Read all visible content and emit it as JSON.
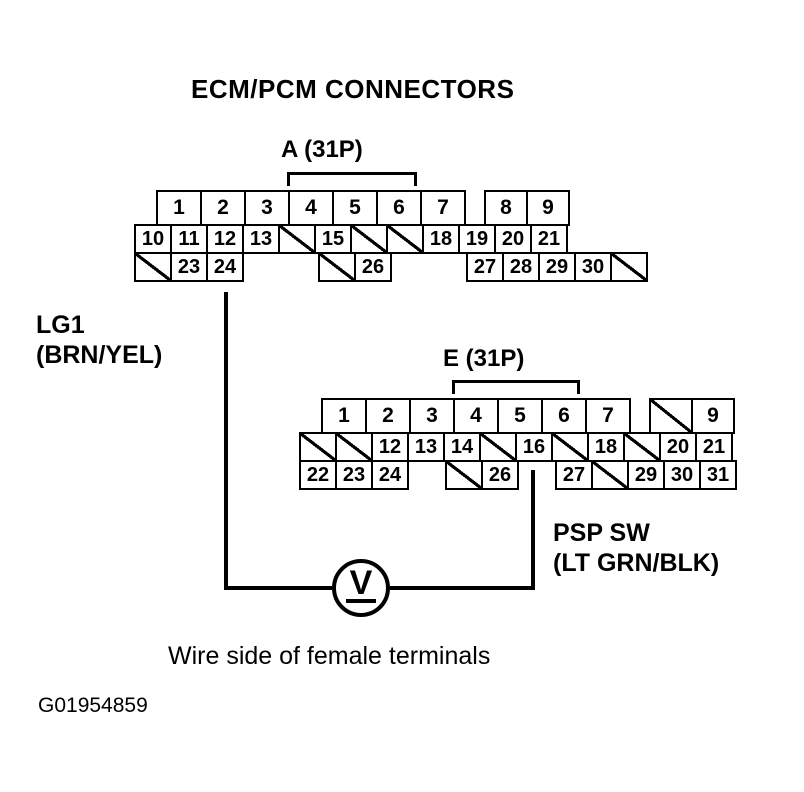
{
  "title": "ECM/PCM CONNECTORS",
  "caption": "Wire side of female terminals",
  "id_code": "G01954859",
  "connectors": [
    {
      "name": "connector-a",
      "label": "A (31P)",
      "rows": [
        {
          "cells": [
            {
              "t": "1"
            },
            {
              "t": "2"
            },
            {
              "t": "3"
            },
            {
              "t": "4"
            },
            {
              "t": "5"
            },
            {
              "t": "6"
            },
            {
              "t": "7"
            },
            {
              "t": "",
              "k": "spacer"
            },
            {
              "t": "8"
            },
            {
              "t": "9"
            }
          ]
        },
        {
          "cells": [
            {
              "t": "10"
            },
            {
              "t": "11"
            },
            {
              "t": "12"
            },
            {
              "t": "13"
            },
            {
              "t": "",
              "k": "slash"
            },
            {
              "t": "15"
            },
            {
              "t": "",
              "k": "slash"
            },
            {
              "t": "",
              "k": "slash"
            },
            {
              "t": "18"
            },
            {
              "t": "19"
            },
            {
              "t": "20"
            },
            {
              "t": "21"
            }
          ]
        },
        {
          "cells": [
            {
              "t": "",
              "k": "slash"
            },
            {
              "t": "23"
            },
            {
              "t": "24"
            },
            {
              "t": "",
              "k": "spacer"
            },
            {
              "t": "",
              "k": "slash"
            },
            {
              "t": "26"
            },
            {
              "t": "",
              "k": "spacer"
            },
            {
              "t": "27"
            },
            {
              "t": "28"
            },
            {
              "t": "29"
            },
            {
              "t": "30"
            },
            {
              "t": "",
              "k": "slash"
            }
          ]
        }
      ]
    },
    {
      "name": "connector-e",
      "label": "E (31P)",
      "rows": [
        {
          "cells": [
            {
              "t": "1"
            },
            {
              "t": "2"
            },
            {
              "t": "3"
            },
            {
              "t": "4"
            },
            {
              "t": "5"
            },
            {
              "t": "6"
            },
            {
              "t": "7"
            },
            {
              "t": "",
              "k": "spacer"
            },
            {
              "t": "",
              "k": "slash"
            },
            {
              "t": "9"
            }
          ]
        },
        {
          "cells": [
            {
              "t": "",
              "k": "slash"
            },
            {
              "t": "",
              "k": "slash"
            },
            {
              "t": "12"
            },
            {
              "t": "13"
            },
            {
              "t": "14"
            },
            {
              "t": "",
              "k": "slash"
            },
            {
              "t": "16"
            },
            {
              "t": "",
              "k": "slash"
            },
            {
              "t": "18"
            },
            {
              "t": "",
              "k": "slash"
            },
            {
              "t": "20"
            },
            {
              "t": "21"
            }
          ]
        },
        {
          "cells": [
            {
              "t": "22"
            },
            {
              "t": "23"
            },
            {
              "t": "24"
            },
            {
              "t": "",
              "k": "spacer"
            },
            {
              "t": "",
              "k": "slash"
            },
            {
              "t": "26"
            },
            {
              "t": "",
              "k": "spacer"
            },
            {
              "t": "27"
            },
            {
              "t": "",
              "k": "slash"
            },
            {
              "t": "29"
            },
            {
              "t": "30"
            },
            {
              "t": "31"
            }
          ]
        }
      ]
    }
  ],
  "wire_labels": {
    "lg1_line1": "LG1",
    "lg1_line2": "(BRN/YEL)",
    "psp_line1": "PSP SW",
    "psp_line2": "(LT GRN/BLK)"
  },
  "meter": {
    "symbol": "V",
    "name": "voltmeter"
  },
  "colors": {
    "ink": "#000000",
    "background": "#ffffff"
  }
}
